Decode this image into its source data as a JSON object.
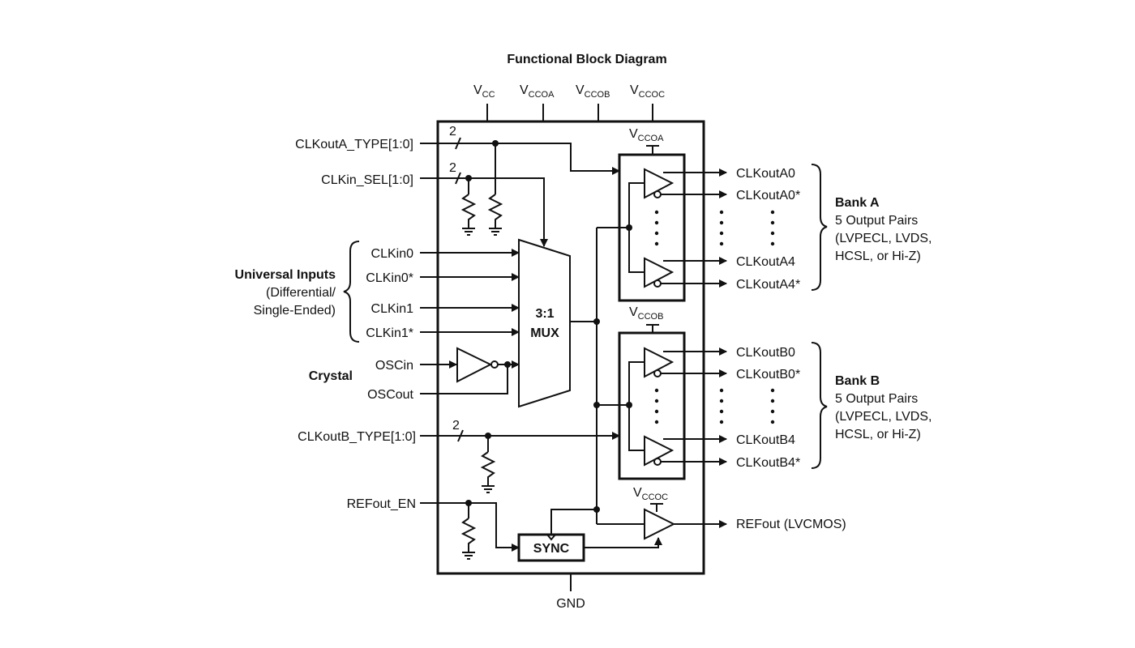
{
  "title": "Functional Block Diagram",
  "supplies": {
    "vcc": {
      "main": "V",
      "sub": "CC"
    },
    "vccoa": {
      "main": "V",
      "sub": "CCOA"
    },
    "vccob": {
      "main": "V",
      "sub": "CCOB"
    },
    "vccoc": {
      "main": "V",
      "sub": "CCOC"
    }
  },
  "bus_width": "2",
  "inputs": {
    "clkout_a_type": "CLKoutA_TYPE[1:0]",
    "clkin_sel": "CLKin_SEL[1:0]",
    "clkin0": "CLKin0",
    "clkin0_n": "CLKin0*",
    "clkin1": "CLKin1",
    "clkin1_n": "CLKin1*",
    "oscin": "OSCin",
    "oscout": "OSCout",
    "clkout_b_type": "CLKoutB_TYPE[1:0]",
    "refout_en": "REFout_EN"
  },
  "groups": {
    "universal_title": "Universal Inputs",
    "universal_line2": "(Differential/",
    "universal_line3": "Single-Ended)",
    "crystal": "Crystal"
  },
  "blocks": {
    "mux_line1": "3:1",
    "mux_line2": "MUX",
    "sync": "SYNC"
  },
  "outputs": {
    "a0": "CLKoutA0",
    "a0_n": "CLKoutA0*",
    "a4": "CLKoutA4",
    "a4_n": "CLKoutA4*",
    "b0": "CLKoutB0",
    "b0_n": "CLKoutB0*",
    "b4": "CLKoutB4",
    "b4_n": "CLKoutB4*",
    "refout": "REFout (LVCMOS)"
  },
  "banks": {
    "a": {
      "title": "Bank A",
      "line1": "5 Output Pairs",
      "line2": "(LVPECL, LVDS,",
      "line3": "HCSL, or Hi-Z)"
    },
    "b": {
      "title": "Bank B",
      "line1": "5 Output Pairs",
      "line2": "(LVPECL, LVDS,",
      "line3": "HCSL, or Hi-Z)"
    }
  },
  "ground": "GND"
}
